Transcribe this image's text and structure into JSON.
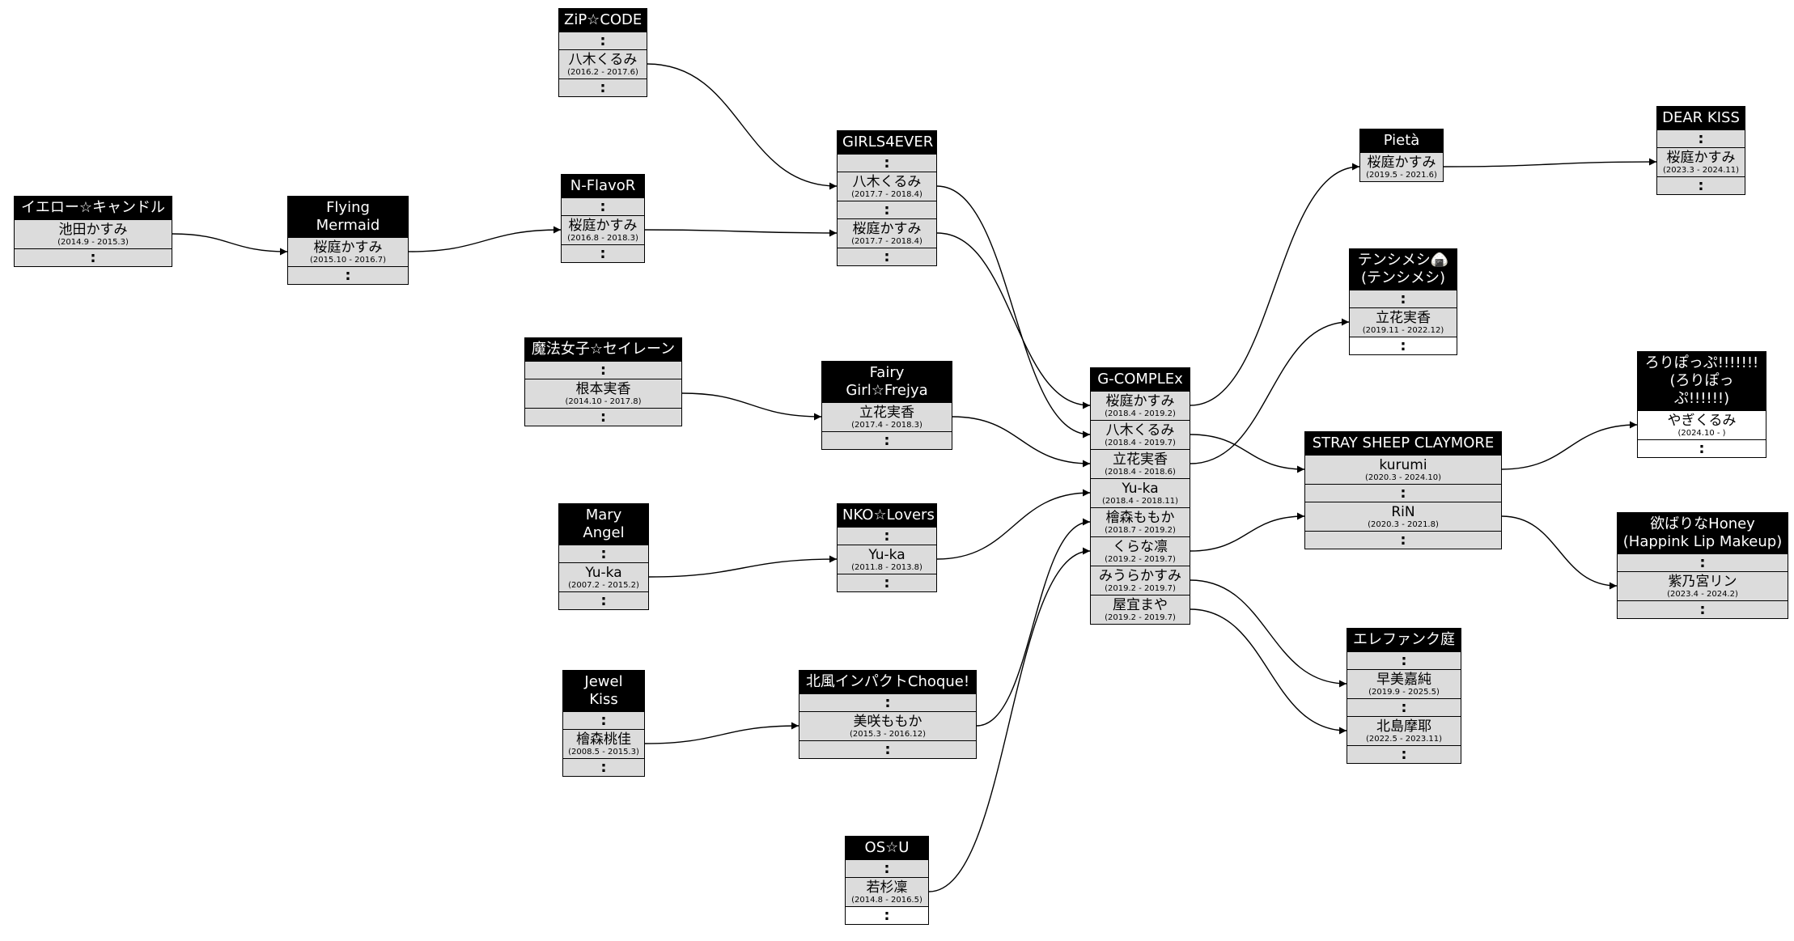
{
  "nodes": [
    {
      "id": "yellow",
      "title": "イエロー☆キャンドル",
      "rows": [
        {
          "name": "池田かすみ",
          "period": "(2014.9 - 2015.3)"
        },
        {
          "dots": ":"
        }
      ]
    },
    {
      "id": "flying",
      "title": "Flying Mermaid",
      "rows": [
        {
          "name": "桜庭かすみ",
          "period": "(2015.10 - 2016.7)"
        },
        {
          "dots": ":"
        }
      ]
    },
    {
      "id": "zip",
      "title": "ZiP☆CODE",
      "rows": [
        {
          "dots": ":"
        },
        {
          "name": "八木くるみ",
          "period": "(2016.2 - 2017.6)"
        },
        {
          "dots": ":"
        }
      ]
    },
    {
      "id": "nflavor",
      "title": "N-FlavoR",
      "rows": [
        {
          "dots": ":"
        },
        {
          "name": "桜庭かすみ",
          "period": "(2016.8 - 2018.3)"
        },
        {
          "dots": ":"
        }
      ]
    },
    {
      "id": "girls4ever",
      "title": "GIRLS4EVER",
      "rows": [
        {
          "dots": ":"
        },
        {
          "name": "八木くるみ",
          "period": "(2017.7 - 2018.4)"
        },
        {
          "dots": ":"
        },
        {
          "name": "桜庭かすみ",
          "period": "(2017.7 - 2018.4)"
        },
        {
          "dots": ":"
        }
      ]
    },
    {
      "id": "mahou",
      "title": "魔法女子☆セイレーン",
      "rows": [
        {
          "dots": ":"
        },
        {
          "name": "根本実香",
          "period": "(2014.10 - 2017.8)"
        },
        {
          "dots": ":"
        }
      ]
    },
    {
      "id": "fairy",
      "title": "Fairy Girl☆Frejya",
      "rows": [
        {
          "name": "立花実香",
          "period": "(2017.4 - 2018.3)"
        },
        {
          "dots": ":"
        }
      ]
    },
    {
      "id": "maryangel",
      "title": "Mary Angel",
      "rows": [
        {
          "dots": ":"
        },
        {
          "name": "Yu-ka",
          "period": "(2007.2 - 2015.2)"
        },
        {
          "dots": ":"
        }
      ]
    },
    {
      "id": "nko",
      "title": "NKO☆Lovers",
      "rows": [
        {
          "dots": ":"
        },
        {
          "name": "Yu-ka",
          "period": "(2011.8 - 2013.8)"
        },
        {
          "dots": ":"
        }
      ]
    },
    {
      "id": "jewel",
      "title": "Jewel Kiss",
      "rows": [
        {
          "dots": ":"
        },
        {
          "name": "檜森桃佳",
          "period": "(2008.5 - 2015.3)"
        },
        {
          "dots": ":"
        }
      ]
    },
    {
      "id": "kitakaze",
      "title": "北風インパクトChoque!",
      "rows": [
        {
          "dots": ":"
        },
        {
          "name": "美咲ももか",
          "period": "(2015.3 - 2016.12)"
        },
        {
          "dots": ":"
        }
      ]
    },
    {
      "id": "osu",
      "title": "OS☆U",
      "rows": [
        {
          "dots": ":"
        },
        {
          "name": "若杉凜",
          "period": "(2014.8 - 2016.5)"
        },
        {
          "dots": ":",
          "white": true
        }
      ]
    },
    {
      "id": "gcomplex",
      "title": "G-COMPLEx",
      "rows": [
        {
          "name": "桜庭かすみ",
          "period": "(2018.4 - 2019.2)"
        },
        {
          "name": "八木くるみ",
          "period": "(2018.4 - 2019.7)"
        },
        {
          "name": "立花実香",
          "period": "(2018.4 - 2018.6)"
        },
        {
          "name": "Yu-ka",
          "period": "(2018.4 - 2018.11)"
        },
        {
          "name": "檜森ももか",
          "period": "(2018.7 - 2019.2)"
        },
        {
          "name": "くらな凛",
          "period": "(2019.2 - 2019.7)"
        },
        {
          "name": "みうらかすみ",
          "period": "(2019.2 - 2019.7)"
        },
        {
          "name": "屋宜まや",
          "period": "(2019.2 - 2019.7)"
        }
      ]
    },
    {
      "id": "pieta",
      "title": "Pietà",
      "rows": [
        {
          "name": "桜庭かすみ",
          "period": "(2019.5 - 2021.6)"
        }
      ]
    },
    {
      "id": "tenshi",
      "title": "テンシメシ🍙\n(テンシメシ)",
      "rows": [
        {
          "dots": ":"
        },
        {
          "name": "立花実香",
          "period": "(2019.11 - 2022.12)"
        },
        {
          "dots": ":",
          "white": true
        }
      ]
    },
    {
      "id": "stray",
      "title": "STRAY SHEEP CLAYMORE",
      "rows": [
        {
          "name": "kurumi",
          "period": "(2020.3 - 2024.10)"
        },
        {
          "dots": ":"
        },
        {
          "name": "RiN",
          "period": "(2020.3 - 2021.8)"
        },
        {
          "dots": ":"
        }
      ]
    },
    {
      "id": "elefank",
      "title": "エレファンク庭",
      "rows": [
        {
          "dots": ":"
        },
        {
          "name": "早美嘉純",
          "period": "(2019.9 - 2025.5)"
        },
        {
          "dots": ":"
        },
        {
          "name": "北島摩耶",
          "period": "(2022.5 - 2023.11)"
        },
        {
          "dots": ":"
        }
      ]
    },
    {
      "id": "dearkiss",
      "title": "DEAR KISS",
      "rows": [
        {
          "dots": ":"
        },
        {
          "name": "桜庭かすみ",
          "period": "(2023.3 - 2024.11)"
        },
        {
          "dots": ":"
        }
      ]
    },
    {
      "id": "roripop",
      "title": "ろりぽっぷ!!!!!!!\n(ろりぽっぷ!!!!!!)",
      "rows": [
        {
          "name": "やぎくるみ",
          "period": "(2024.10 - )",
          "white": true
        },
        {
          "dots": ":",
          "white": true
        }
      ]
    },
    {
      "id": "honey",
      "title": "欲ばりなHoney\n(Happink Lip Makeup)",
      "rows": [
        {
          "dots": ":"
        },
        {
          "name": "紫乃宮リン",
          "period": "(2023.4 - 2024.2)"
        },
        {
          "dots": ":"
        }
      ]
    }
  ],
  "edges": [
    {
      "from": "yellow.0",
      "to": "flying.0"
    },
    {
      "from": "flying.0",
      "to": "nflavor.1"
    },
    {
      "from": "zip.1",
      "to": "girls4ever.1"
    },
    {
      "from": "nflavor.1",
      "to": "girls4ever.3"
    },
    {
      "from": "girls4ever.1",
      "to": "gcomplex.1"
    },
    {
      "from": "girls4ever.3",
      "to": "gcomplex.0"
    },
    {
      "from": "mahou.1",
      "to": "fairy.0"
    },
    {
      "from": "fairy.0",
      "to": "gcomplex.2"
    },
    {
      "from": "maryangel.1",
      "to": "nko.1"
    },
    {
      "from": "nko.1",
      "to": "gcomplex.3"
    },
    {
      "from": "jewel.1",
      "to": "kitakaze.1"
    },
    {
      "from": "kitakaze.1",
      "to": "gcomplex.4"
    },
    {
      "from": "osu.1",
      "to": "gcomplex.5"
    },
    {
      "from": "gcomplex.0",
      "to": "pieta.0"
    },
    {
      "from": "pieta.0",
      "to": "dearkiss.1"
    },
    {
      "from": "gcomplex.2",
      "to": "tenshi.1"
    },
    {
      "from": "gcomplex.1",
      "to": "stray.0"
    },
    {
      "from": "gcomplex.5",
      "to": "stray.2"
    },
    {
      "from": "gcomplex.6",
      "to": "elefank.1"
    },
    {
      "from": "gcomplex.7",
      "to": "elefank.3"
    },
    {
      "from": "stray.0",
      "to": "roripop.0"
    },
    {
      "from": "stray.2",
      "to": "honey.1"
    }
  ]
}
